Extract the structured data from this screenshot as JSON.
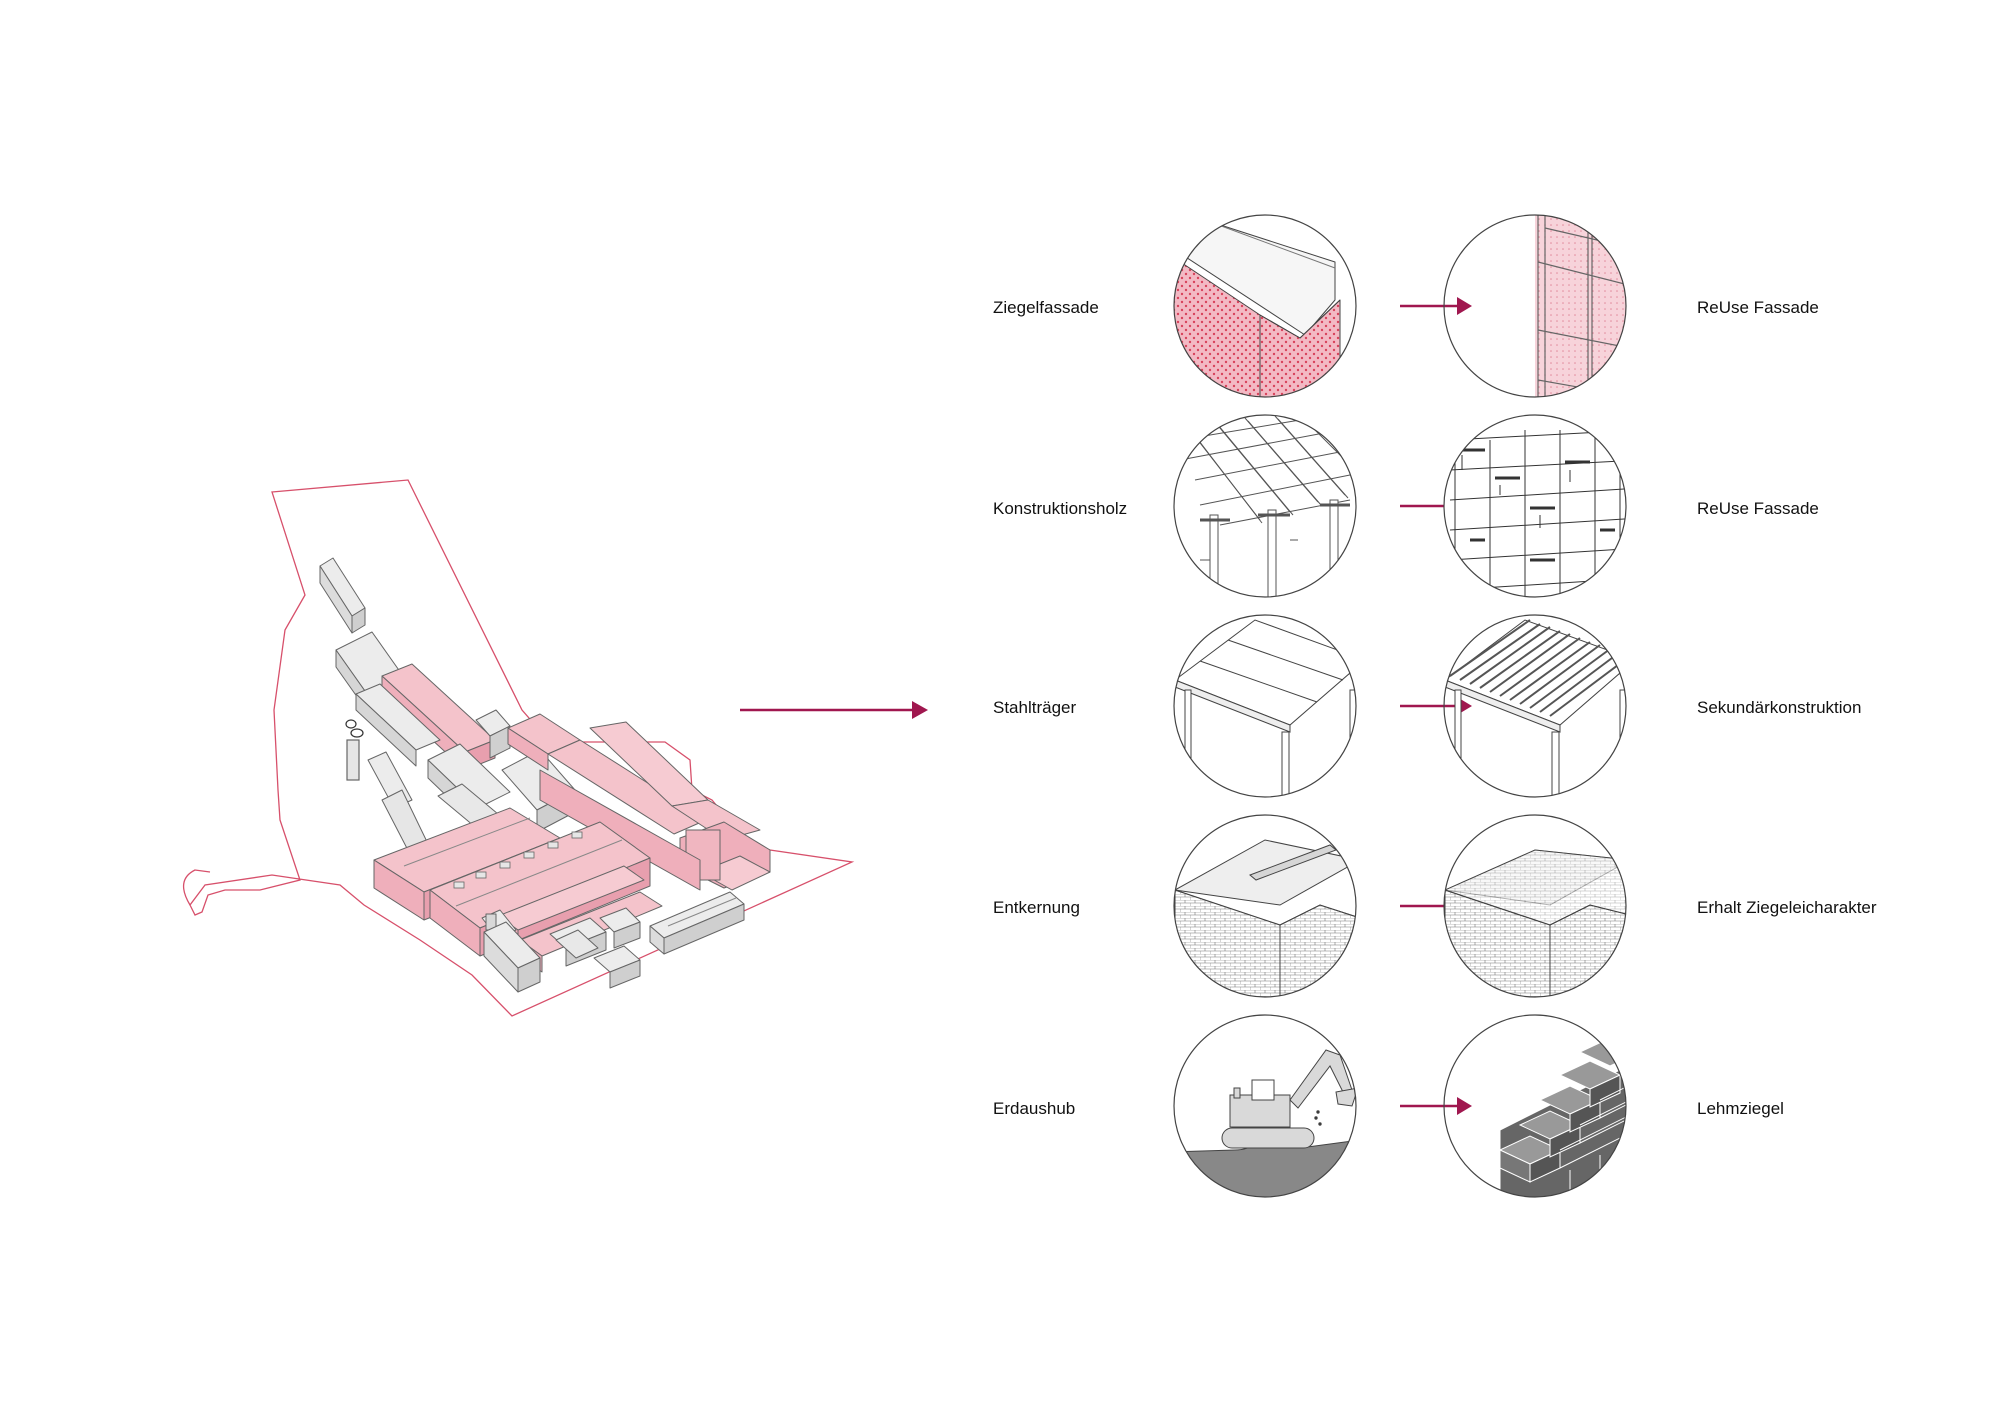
{
  "colors": {
    "accent": "#a0174f",
    "brick": "#f0b6c0",
    "brick_dark": "#d8435c",
    "building_grey": "#d9d9d9",
    "line": "#555555",
    "boundary": "#d7506b"
  },
  "rows": [
    {
      "from": "Ziegelfassade",
      "to": "ReUse Fassade",
      "from_icon": "brick-hall-icon",
      "to_icon": "facade-grid-icon"
    },
    {
      "from": "Konstruktionsholz",
      "to": "ReUse Fassade",
      "from_icon": "timber-frame-icon",
      "to_icon": "timber-shelving-icon"
    },
    {
      "from": "Stahlträger",
      "to": "Sekundärkonstruktion",
      "from_icon": "steel-roof-icon",
      "to_icon": "secondary-structure-icon"
    },
    {
      "from": "Entkernung",
      "to": "Erhalt Ziegeleicharakter",
      "from_icon": "gutted-hall-icon",
      "to_icon": "brick-volume-icon"
    },
    {
      "from": "Erdaushub",
      "to": "Lehmziegel",
      "from_icon": "excavator-icon",
      "to_icon": "clay-brick-stack-icon"
    }
  ]
}
